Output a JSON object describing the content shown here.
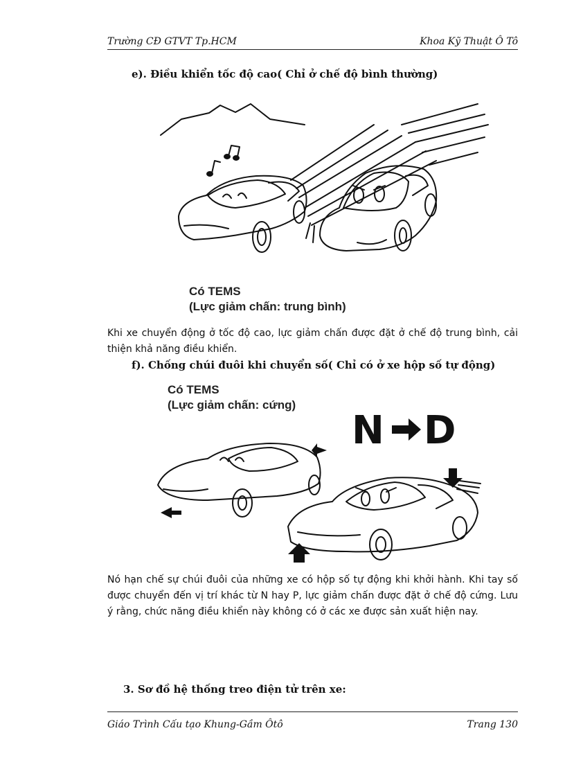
{
  "header": {
    "left": "Trường CĐ GTVT Tp.HCM",
    "right": "Khoa Kỹ Thuật Ô Tô"
  },
  "section_e": {
    "heading": "e). Điều khiển tốc độ cao( Chỉ ở chế độ bình thường)",
    "figure_caption_line1": "Có TEMS",
    "figure_caption_line2": "(Lực giảm chấn: trung bình)",
    "paragraph": "Khi xe chuyển động ở tốc độ cao, lực giảm chấn được đặt ở chế độ trung bình, cải thiện khả năng điều khiển."
  },
  "section_f": {
    "heading": "f). Chống chúi đuôi khi chuyển số( Chỉ có ở xe hộp số tự động)",
    "figure_caption_line1": "Có TEMS",
    "figure_caption_line2": "(Lực giảm chấn: cứng)",
    "shift_from": "N",
    "shift_to": "D",
    "paragraph": "Nó hạn chế sự chúi đuôi của những xe có hộp số tự động khi khởi hành. Khi tay số được chuyển đến vị trí khác từ N hay P, lực giảm chấn được đặt ở chế độ cứng. Lưu ý rằng, chức năng điều khiển này không có ở các xe được sản xuất hiện nay."
  },
  "section_3": {
    "heading": "3. Sơ đồ hệ thống treo điện tử trên xe:"
  },
  "footer": {
    "left": "Giáo Trình Cấu tạo Khung-Gầm Ôtô",
    "page_label": "Trang 130"
  }
}
